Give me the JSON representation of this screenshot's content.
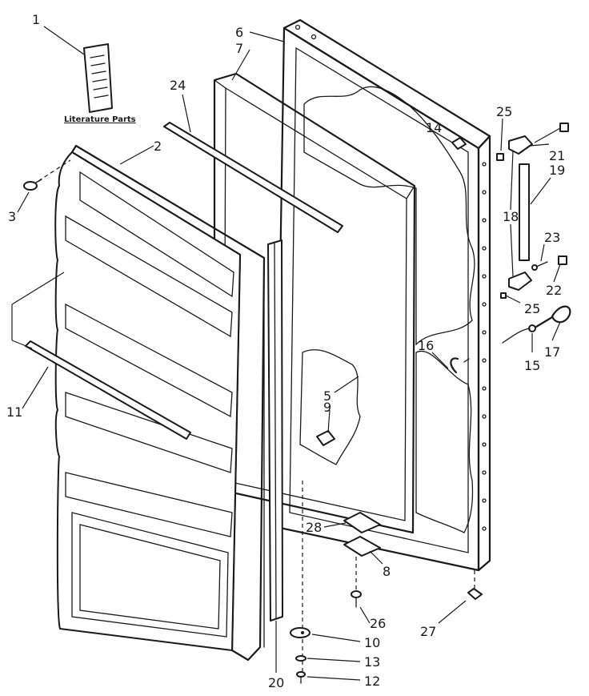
{
  "diagram": {
    "literature_label": "Literature Parts",
    "callouts": [
      "1",
      "2",
      "3",
      "5",
      "6",
      "7",
      "8",
      "9",
      "10",
      "11",
      "12",
      "13",
      "14",
      "15",
      "16",
      "17",
      "18",
      "19",
      "20",
      "21",
      "22",
      "23",
      "24",
      "25",
      "25",
      "26",
      "27",
      "28"
    ]
  }
}
